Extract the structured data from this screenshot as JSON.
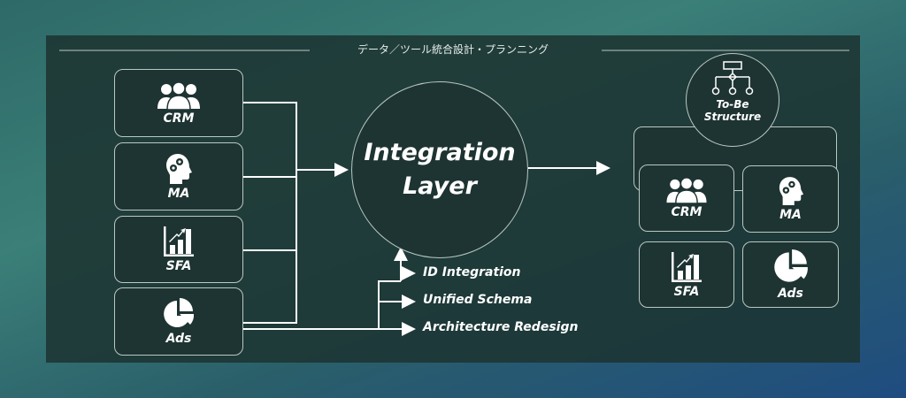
{
  "title": "データ／ツール統合設計・プランニング",
  "sources": [
    {
      "label": "CRM",
      "icon": "people-icon"
    },
    {
      "label": "MA",
      "icon": "head-gears-icon"
    },
    {
      "label": "SFA",
      "icon": "bar-chart-icon"
    },
    {
      "label": "Ads",
      "icon": "pie-chart-icon"
    }
  ],
  "center": {
    "line1": "Integration",
    "line2": "Layer"
  },
  "steps": [
    "ID Integration",
    "Unified Schema",
    "Architecture Redesign"
  ],
  "target": {
    "line1": "To-Be",
    "line2": "Structure",
    "items": [
      {
        "label": "CRM"
      },
      {
        "label": "MA"
      },
      {
        "label": "SFA"
      },
      {
        "label": "Ads"
      }
    ]
  }
}
